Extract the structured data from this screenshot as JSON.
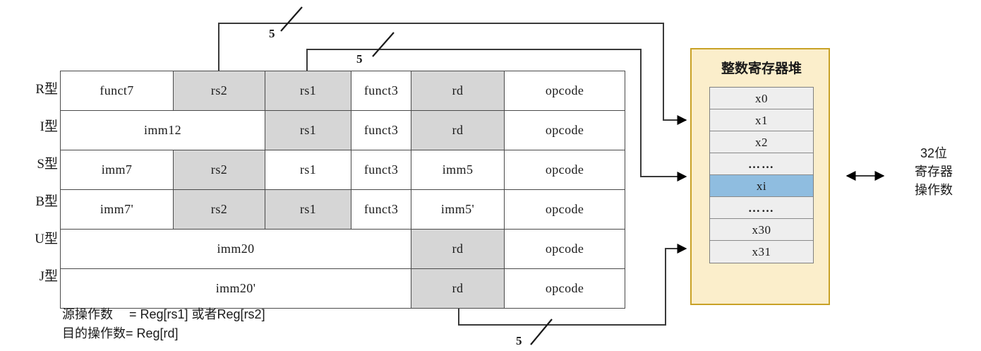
{
  "diagram": {
    "title": "RISC-V instruction formats and integer register file",
    "row_labels": [
      "R型",
      "I型",
      "S型",
      "B型",
      "U型",
      "J型"
    ],
    "table_rows": [
      {
        "label": "R型",
        "cells": [
          {
            "text": "funct7",
            "shaded": false,
            "span": 2
          },
          {
            "text": "rs2",
            "shaded": true,
            "span": 2
          },
          {
            "text": "rs1",
            "shaded": true,
            "span": 2
          },
          {
            "text": "funct3",
            "shaded": false,
            "span": 1
          },
          {
            "text": "rd",
            "shaded": true,
            "span": 2
          },
          {
            "text": "opcode",
            "shaded": false,
            "span": 3
          }
        ]
      },
      {
        "label": "I型",
        "cells": [
          {
            "text": "imm12",
            "shaded": false,
            "span": 4
          },
          {
            "text": "rs1",
            "shaded": true,
            "span": 2
          },
          {
            "text": "funct3",
            "shaded": false,
            "span": 1
          },
          {
            "text": "rd",
            "shaded": true,
            "span": 2
          },
          {
            "text": "opcode",
            "shaded": false,
            "span": 3
          }
        ]
      },
      {
        "label": "S型",
        "cells": [
          {
            "text": "imm7",
            "shaded": false,
            "span": 2
          },
          {
            "text": "rs2",
            "shaded": true,
            "span": 2
          },
          {
            "text": "rs1",
            "shaded": false,
            "span": 2
          },
          {
            "text": "funct3",
            "shaded": false,
            "span": 1
          },
          {
            "text": "imm5",
            "shaded": false,
            "span": 2
          },
          {
            "text": "opcode",
            "shaded": false,
            "span": 3
          }
        ]
      },
      {
        "label": "B型",
        "cells": [
          {
            "text": "imm7'",
            "shaded": false,
            "span": 2
          },
          {
            "text": "rs2",
            "shaded": true,
            "span": 2
          },
          {
            "text": "rs1",
            "shaded": true,
            "span": 2
          },
          {
            "text": "funct3",
            "shaded": false,
            "span": 1
          },
          {
            "text": "imm5'",
            "shaded": false,
            "span": 2
          },
          {
            "text": "opcode",
            "shaded": false,
            "span": 3
          }
        ]
      },
      {
        "label": "U型",
        "cells": [
          {
            "text": "imm20",
            "shaded": false,
            "span": 7
          },
          {
            "text": "rd",
            "shaded": true,
            "span": 2
          },
          {
            "text": "opcode",
            "shaded": false,
            "span": 3
          }
        ]
      },
      {
        "label": "J型",
        "cells": [
          {
            "text": "imm20'",
            "shaded": false,
            "span": 7
          },
          {
            "text": "rd",
            "shaded": true,
            "span": 2
          },
          {
            "text": "opcode",
            "shaded": false,
            "span": 3
          }
        ]
      }
    ],
    "bus_labels": [
      {
        "name": "rs2-bus-width",
        "value": "5"
      },
      {
        "name": "rs1-bus-width",
        "value": "5"
      },
      {
        "name": "rd-bus-width",
        "value": "5"
      }
    ],
    "register_file": {
      "title": "整数寄存器堆",
      "registers": [
        {
          "text": "x0",
          "highlight": false
        },
        {
          "text": "x1",
          "highlight": false
        },
        {
          "text": "x2",
          "highlight": false
        },
        {
          "text": "……",
          "highlight": false
        },
        {
          "text": "xi",
          "highlight": true
        },
        {
          "text": "……",
          "highlight": false
        },
        {
          "text": "x30",
          "highlight": false
        },
        {
          "text": "x31",
          "highlight": false
        }
      ],
      "panel_color": "#fbeecb",
      "panel_border": "#c9a227",
      "highlight_color": "#8fbde0",
      "cell_color": "#eeeeee"
    },
    "operand_label": {
      "line1": "32位",
      "line2": "寄存器",
      "line3": "操作数"
    },
    "caption": {
      "line1": "源操作数　 = Reg[rs1] 或者Reg[rs2]",
      "line2": "目的操作数= Reg[rd]"
    },
    "colors": {
      "shaded_cell": "#d6d6d6",
      "table_border": "#4a4a4a",
      "wire": "#3a3a3a"
    }
  }
}
